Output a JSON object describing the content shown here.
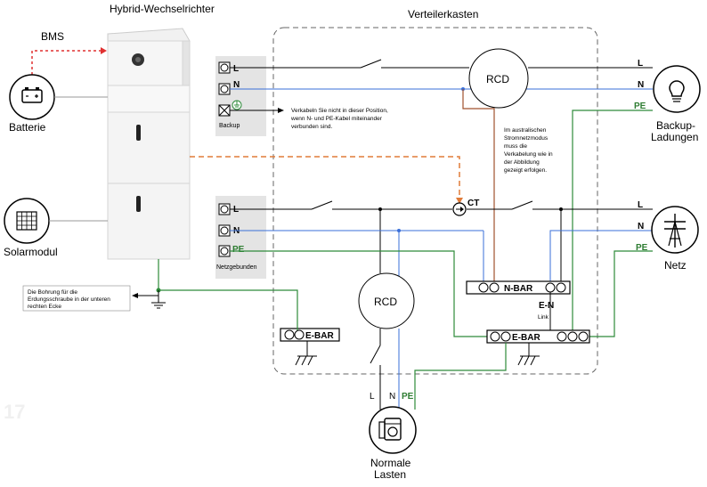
{
  "labels": {
    "inverter_title": "Hybrid-Wechselrichter",
    "distribution_title": "Verteilerkasten",
    "bms": "BMS",
    "battery": "Batterie",
    "solar": "Solarmodul",
    "backup_loads_line1": "Backup-",
    "backup_loads_line2": "Ladungen",
    "grid": "Netz",
    "normal_loads_line1": "Normale",
    "normal_loads_line2": "Lasten",
    "backup_port": "Backup",
    "grid_port": "Netzgebunden",
    "rcd_top": "RCD",
    "rcd_bottom": "RCD",
    "ct": "CT",
    "n_bar": "N-BAR",
    "e_bar_left": "E-BAR",
    "e_bar_right": "E-BAR",
    "en_link_1": "E-N",
    "en_link_2": "Link",
    "page_number": "17"
  },
  "terminals": {
    "backup_l": "L",
    "backup_n": "N",
    "grid_l": "L",
    "grid_n": "N",
    "grid_pe": "PE",
    "out_backup_l": "L",
    "out_backup_n": "N",
    "out_backup_pe": "PE",
    "out_grid_l": "L",
    "out_grid_n": "N",
    "out_grid_pe": "PE",
    "load_l": "L",
    "load_n": "N",
    "load_pe": "PE"
  },
  "notes": {
    "wiring_1": "Verkabeln Sie nicht in dieser Position,",
    "wiring_2": "wenn N- und PE-Kabel miteinander",
    "wiring_3": "verbunden sind.",
    "aus_1": "Im australischen",
    "aus_2": "Stromnetzmodus",
    "aus_3": "muss die",
    "aus_4": "Verkabelung wie in",
    "aus_5": "der Abbildung",
    "aus_6": "gezeigt erfolgen.",
    "ground_1": "Die Bohrung für die",
    "ground_2": "Erdungsschraube in der unteren",
    "ground_3": "rechten Ecke"
  },
  "colors": {
    "live": "#000000",
    "neutral": "#3a6fd8",
    "earth": "#2e8b3a",
    "ct_line": "#e07b39",
    "bms_line": "#e03030",
    "rcd_neutral": "#a0522d"
  }
}
